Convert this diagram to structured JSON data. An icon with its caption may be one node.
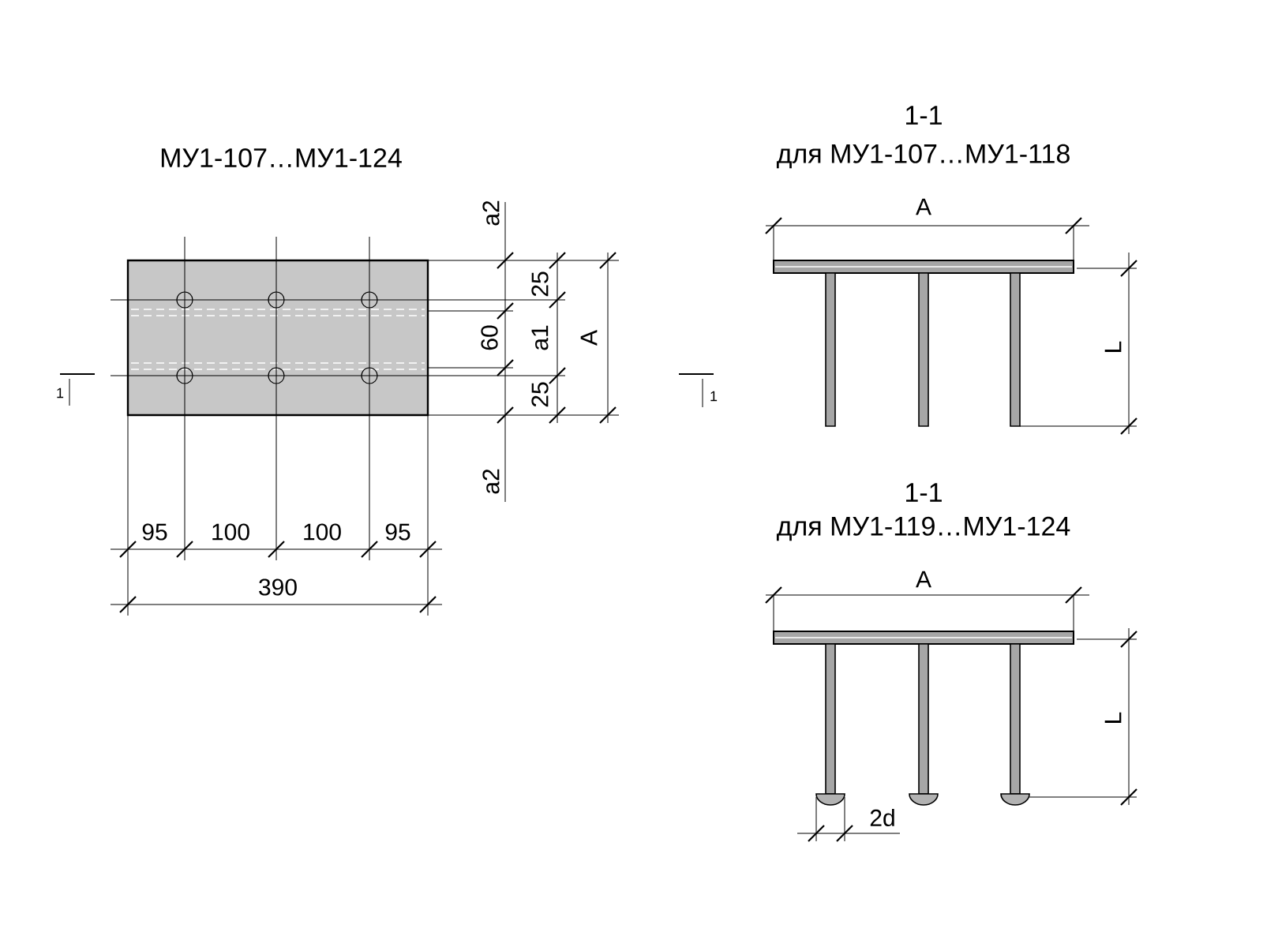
{
  "diagram": {
    "labels": [
      "МУ1-107…МУ1-124",
      "1-1",
      "для МУ1-107…МУ1-118",
      "a2",
      "25",
      "60",
      "a1",
      "A",
      "25",
      "a2",
      "1",
      "1",
      "A",
      "L",
      "95",
      "100",
      "100",
      "95",
      "390",
      "1-1",
      "для МУ1-119…МУ1-124",
      "A",
      "L",
      "2d"
    ]
  }
}
